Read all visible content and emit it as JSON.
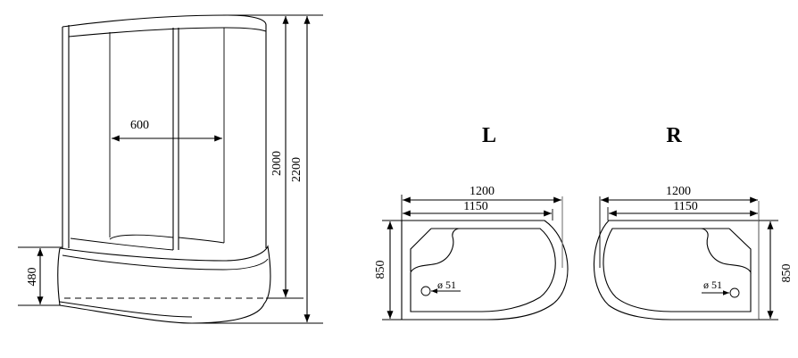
{
  "side_view": {
    "door_width_label": "600",
    "glass_height_label": "2000",
    "total_height_label": "2200",
    "tray_height_label": "480"
  },
  "plan_left": {
    "title": "L",
    "overall_width_label": "1200",
    "inner_width_label": "1150",
    "depth_label": "850",
    "drain_label": "ø 51"
  },
  "plan_right": {
    "title": "R",
    "overall_width_label": "1200",
    "inner_width_label": "1150",
    "depth_label": "850",
    "drain_label": "ø 51"
  }
}
